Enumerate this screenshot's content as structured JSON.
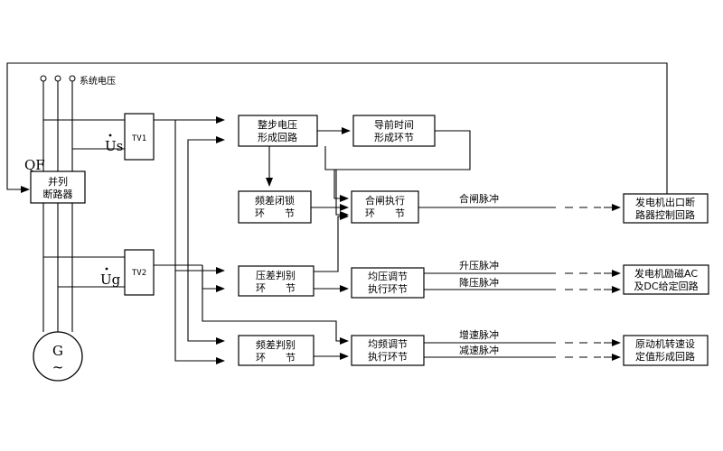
{
  "supply_label": "系统电压",
  "breaker_label": "QF",
  "voltages": {
    "us": "Us",
    "ug": "Ug"
  },
  "generator": {
    "letter": "G",
    "symbol": "~"
  },
  "blocks": {
    "breaker": [
      "并列",
      "断路器"
    ],
    "tv1": "TV1",
    "tv2": "TV2",
    "step_voltage": [
      "整步电压",
      "形成回路"
    ],
    "lead_time": [
      "导前时间",
      "形成环节"
    ],
    "freq_lock": [
      "频差闭锁",
      "环　　节"
    ],
    "close_exec": [
      "合闸执行",
      "环　　节"
    ],
    "breaker_ctrl": [
      "发电机出口断",
      "路器控制回路"
    ],
    "volt_judge": [
      "压差判别",
      "环　　节"
    ],
    "volt_adjust": [
      "均压调节",
      "执行环节"
    ],
    "excitation": [
      "发电机励磁AC",
      "及DC给定回路"
    ],
    "freq_judge": [
      "频差判别",
      "环　　节"
    ],
    "freq_adjust": [
      "均频调节",
      "执行环节"
    ],
    "prime_mover": [
      "原动机转速设",
      "定值形成回路"
    ]
  },
  "signals": {
    "close_pulse": "合闸脉冲",
    "raise_v": "升压脉冲",
    "lower_v": "降压脉冲",
    "raise_f": "增速脉冲",
    "lower_f": "减速脉冲"
  }
}
